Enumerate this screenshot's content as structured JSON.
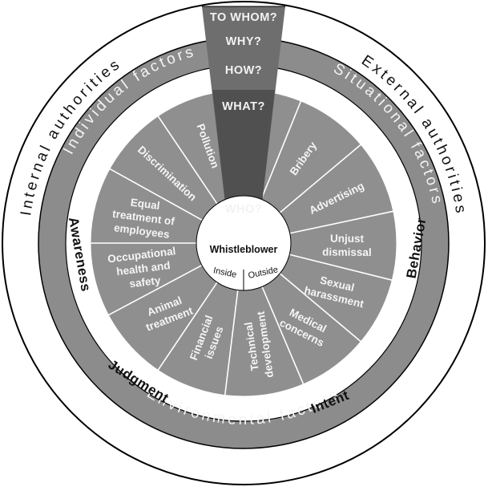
{
  "outer_ring": {
    "left": "Internal authorities",
    "right": "External authorities"
  },
  "factors_ring": {
    "left": "Individual factors",
    "right": "Situational factors",
    "bottom": "Environmental factors"
  },
  "stages": {
    "awareness": "Awareness",
    "judgment": "Judgment",
    "intent": "Intent",
    "behavior": "Behavior"
  },
  "questions": {
    "to_whom": "TO WHOM?",
    "why": "WHY?",
    "how": "HOW?",
    "what": "WHAT?",
    "who": "WHO?"
  },
  "hub": {
    "title": "Whistleblower",
    "inside": "Inside",
    "outside": "Outside"
  },
  "segments": [
    {
      "label": [
        "Bribery"
      ]
    },
    {
      "label": [
        "Advertising"
      ]
    },
    {
      "label": [
        "Unjust",
        "dismissal"
      ]
    },
    {
      "label": [
        "Sexual",
        "harassment"
      ]
    },
    {
      "label": [
        "Medical",
        "concerns"
      ]
    },
    {
      "label": [
        "Technical",
        "development"
      ]
    },
    {
      "label": [
        "Financial",
        "issues"
      ]
    },
    {
      "label": [
        "Animal",
        "treatment"
      ]
    },
    {
      "label": [
        "Occupational",
        "health and",
        "safety"
      ]
    },
    {
      "label": [
        "Equal",
        "treatment of",
        "employees"
      ]
    },
    {
      "label": [
        "Discrimination"
      ]
    },
    {
      "label": [
        "Pollution"
      ]
    }
  ],
  "colors": {
    "outer_ring": "#ffffff",
    "factors_ring": "#8c8c8c",
    "stages_ring": "#ffffff",
    "segments": "#8f8f8f",
    "wedge": "#6b6b6b",
    "wedge_inner": "#4f4f4f",
    "outline": "#000000"
  }
}
